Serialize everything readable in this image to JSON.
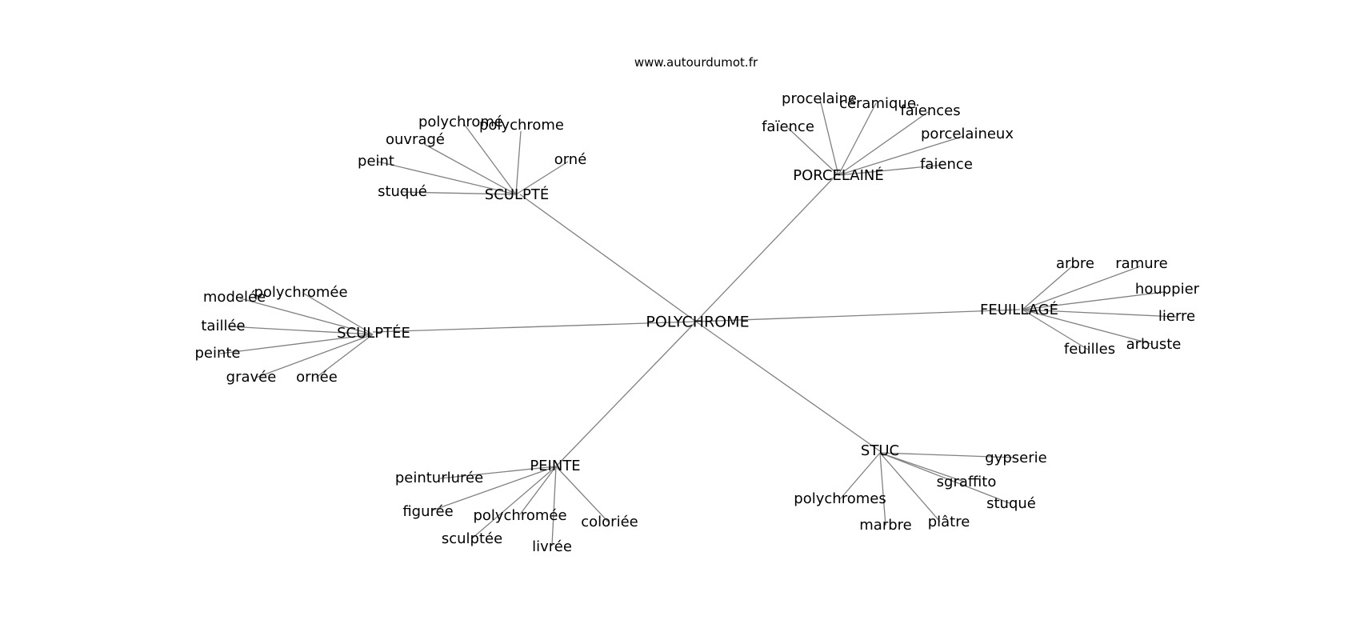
{
  "site": "www.autourdumot.fr",
  "root": "POLYCHROME",
  "clusters": [
    {
      "id": "sculpte",
      "label": "SCULPTÉ",
      "leaves": [
        "polychromé",
        "polychrome",
        "ouvragé",
        "peint",
        "orné",
        "stuqué"
      ]
    },
    {
      "id": "porcelaine",
      "label": "PORCELAINÉ",
      "leaves": [
        "procelaine",
        "céramique",
        "faïences",
        "faïence",
        "porcelaineux",
        "faience"
      ]
    },
    {
      "id": "feuillage",
      "label": "FEUILLAGÉ",
      "leaves": [
        "arbre",
        "ramure",
        "houppier",
        "lierre",
        "arbuste",
        "feuilles"
      ]
    },
    {
      "id": "sculptee",
      "label": "SCULPTÉE",
      "leaves": [
        "modelée",
        "polychromée",
        "taillée",
        "peinte",
        "gravée",
        "ornée"
      ]
    },
    {
      "id": "peinte",
      "label": "PEINTE",
      "leaves": [
        "peinturlurée",
        "figurée",
        "polychromée",
        "coloriée",
        "sculptée",
        "livrée"
      ]
    },
    {
      "id": "stuc",
      "label": "STUC",
      "leaves": [
        "gypserie",
        "sgraffito",
        "stuqué",
        "polychromes",
        "plâtre",
        "marbre"
      ]
    }
  ]
}
